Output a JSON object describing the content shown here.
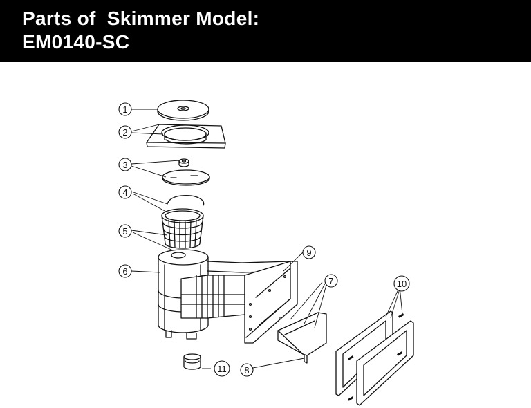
{
  "header": {
    "title_line1": "Parts of  Skimmer Model:",
    "title_line2": "EM0140-SC"
  },
  "callouts": [
    "1",
    "2",
    "3",
    "4",
    "5",
    "6",
    "7",
    "8",
    "9",
    "10",
    "11"
  ],
  "colors": {
    "header_bg": "#000000",
    "header_text": "#ffffff",
    "line": "#111111"
  }
}
